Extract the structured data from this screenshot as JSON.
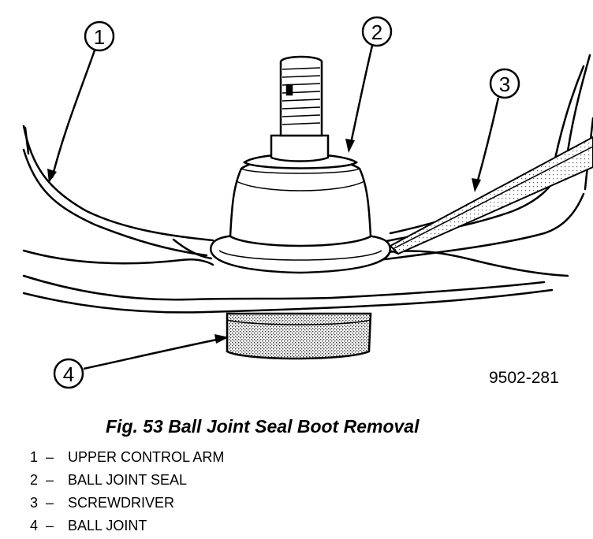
{
  "figure": {
    "code": "9502-281",
    "caption": "Fig. 53 Ball Joint Seal Boot Removal",
    "callouts": [
      {
        "number": "1",
        "label": "UPPER CONTROL ARM"
      },
      {
        "number": "2",
        "label": "BALL JOINT SEAL"
      },
      {
        "number": "3",
        "label": "SCREWDRIVER"
      },
      {
        "number": "4",
        "label": "BALL JOINT"
      }
    ],
    "separator": "–"
  }
}
